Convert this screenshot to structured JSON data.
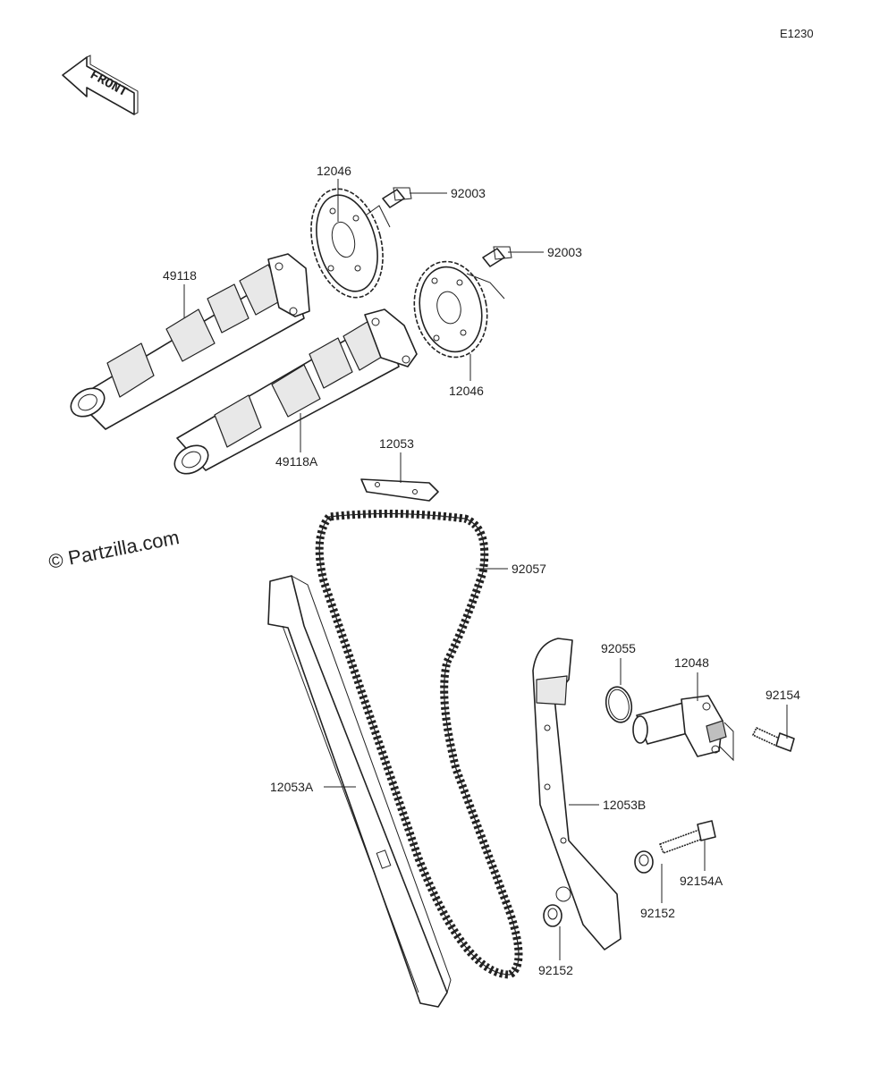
{
  "diagram_code": "E1230",
  "front_label": "FRONT",
  "watermark": "© Partzilla.com",
  "parts": [
    {
      "number": "12046"
    },
    {
      "number": "92003"
    },
    {
      "number": "92003"
    },
    {
      "number": "49118"
    },
    {
      "number": "12046"
    },
    {
      "number": "49118A"
    },
    {
      "number": "12053"
    },
    {
      "number": "92057"
    },
    {
      "number": "92055"
    },
    {
      "number": "12048"
    },
    {
      "number": "92154"
    },
    {
      "number": "12053A"
    },
    {
      "number": "12053B"
    },
    {
      "number": "92154A"
    },
    {
      "number": "92152"
    },
    {
      "number": "92152"
    }
  ]
}
